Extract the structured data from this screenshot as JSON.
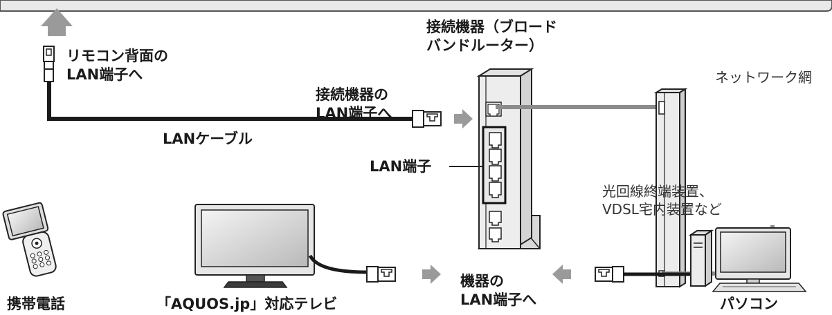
{
  "labels": {
    "remote_lan": [
      "リモコン背面の",
      "LAN端子へ"
    ],
    "router_name": [
      "接続機器（ブロード",
      "バンドルーター）"
    ],
    "device_lan": [
      "接続機器の",
      "LAN端子へ"
    ],
    "lan_cable": "LANケーブル",
    "network": "ネットワーク網",
    "lan_port": "LAN端子",
    "onu": [
      "光回線終端装置、",
      "VDSL宅内装置など"
    ],
    "mobile": "携帯電話",
    "tv": "「AQUOS.jp」対応テレビ",
    "device_lan_bottom": [
      "機器の",
      "LAN端子へ"
    ],
    "pc": "パソコン"
  },
  "colors": {
    "cable": "#1a1a1a",
    "network_line": "#8c8c8c",
    "arrow": "#9a9a9a",
    "device_fill": "#ececec",
    "outline": "#222222"
  },
  "icons": [
    "up-arrow-icon",
    "right-arrow-icon",
    "left-arrow-icon",
    "lan-plug-icon"
  ]
}
